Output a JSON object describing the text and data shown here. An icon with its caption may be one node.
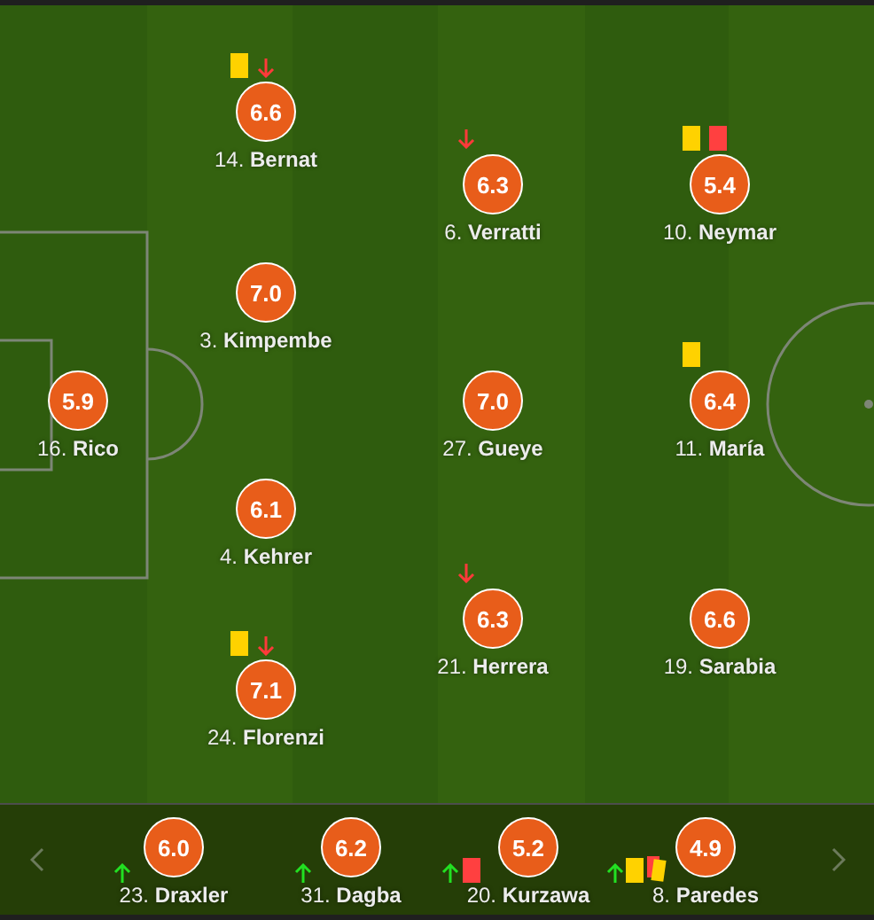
{
  "diagram": {
    "nodes": [
      {
        "text": [
          "6.6"
        ],
        "beside": [
          "14. **Bernat**"
        ]
      },
      {
        "text": [
          "6.3"
        ],
        "beside": [
          "6. **Verratti**"
        ]
      },
      {
        "text": [
          "5.4"
        ],
        "beside": [
          "10. **Neymar**"
        ]
      },
      {
        "text": [
          "7.0"
        ],
        "beside": [
          "3. **Kimpembe**"
        ]
      },
      {
        "text": [
          "5.9"
        ],
        "beside": [
          "16. **Rico**"
        ]
      },
      {
        "text": [
          "7.0"
        ],
        "beside": [
          "27. **Gueye**"
        ]
      },
      {
        "text": [
          "6.4"
        ],
        "beside": [
          "11. **María**"
        ]
      },
      {
        "text": [
          "6.1"
        ],
        "beside": [
          "4. **Kehrer**"
        ]
      },
      {
        "text": [
          "6.3"
        ],
        "beside": [
          "21. **Herrera**"
        ]
      },
      {
        "text": [
          "6.6"
        ],
        "beside": [
          "19. **Sarabia**"
        ]
      },
      {
        "text": [
          "7.1"
        ],
        "beside": [
          "24. **Florenzi**"
        ]
      },
      {
        "text": [],
        "shape": "bar"
      },
      {
        "text": [
          "6.0"
        ],
        "beside": [
          "23. **Draxler**"
        ],
        "in": 11
      },
      {
        "text": [
          "6.2"
        ],
        "beside": [
          "31. **Dagba**"
        ],
        "in": 11
      },
      {
        "text": [
          "5.2"
        ],
        "beside": [
          "20. **Kurzawa**"
        ],
        "in": 11
      },
      {
        "text": [
          "4.9"
        ],
        "beside": [
          "8. **Paredes**"
        ],
        "in": 11
      }
    ]
  }
}
